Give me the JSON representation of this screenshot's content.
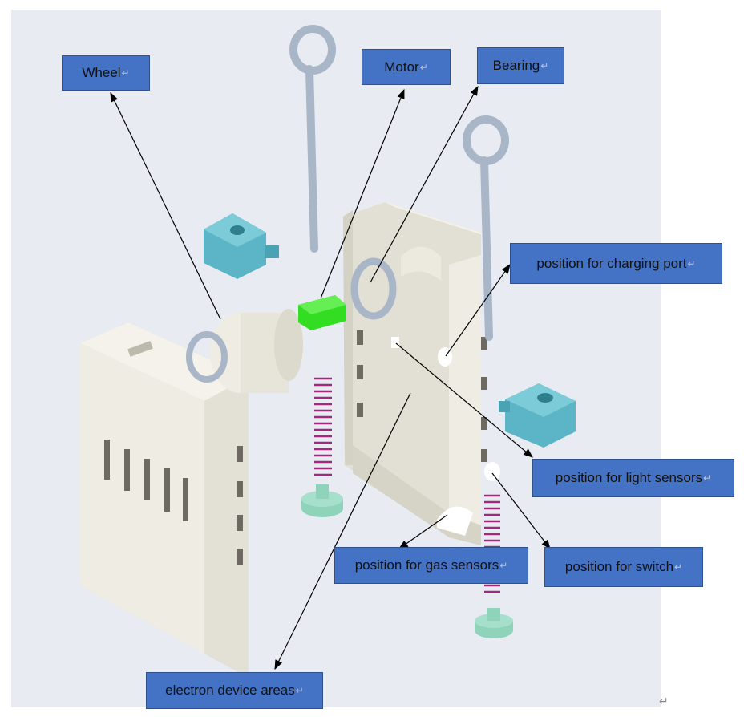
{
  "labels": {
    "wheel": "Wheel",
    "motor": "Motor",
    "bearing": "Bearing",
    "charging_port": "position for charging port",
    "light_sensors": "position for light sensors",
    "gas_sensors": "position for gas sensors",
    "switch": "position for switch",
    "electron_device": "electron device areas"
  },
  "return_mark": "↵",
  "colors": {
    "background": "#e8ecf2",
    "label_fill": "#4472c4",
    "housing": "#efede3",
    "housing_shade": "#d9d6ca",
    "hook": "#a9b6c8",
    "spring": "#a0287a",
    "motor_coupler": "#33dd22",
    "cube": "#5bb5c6",
    "foot": "#8fd3bb"
  }
}
